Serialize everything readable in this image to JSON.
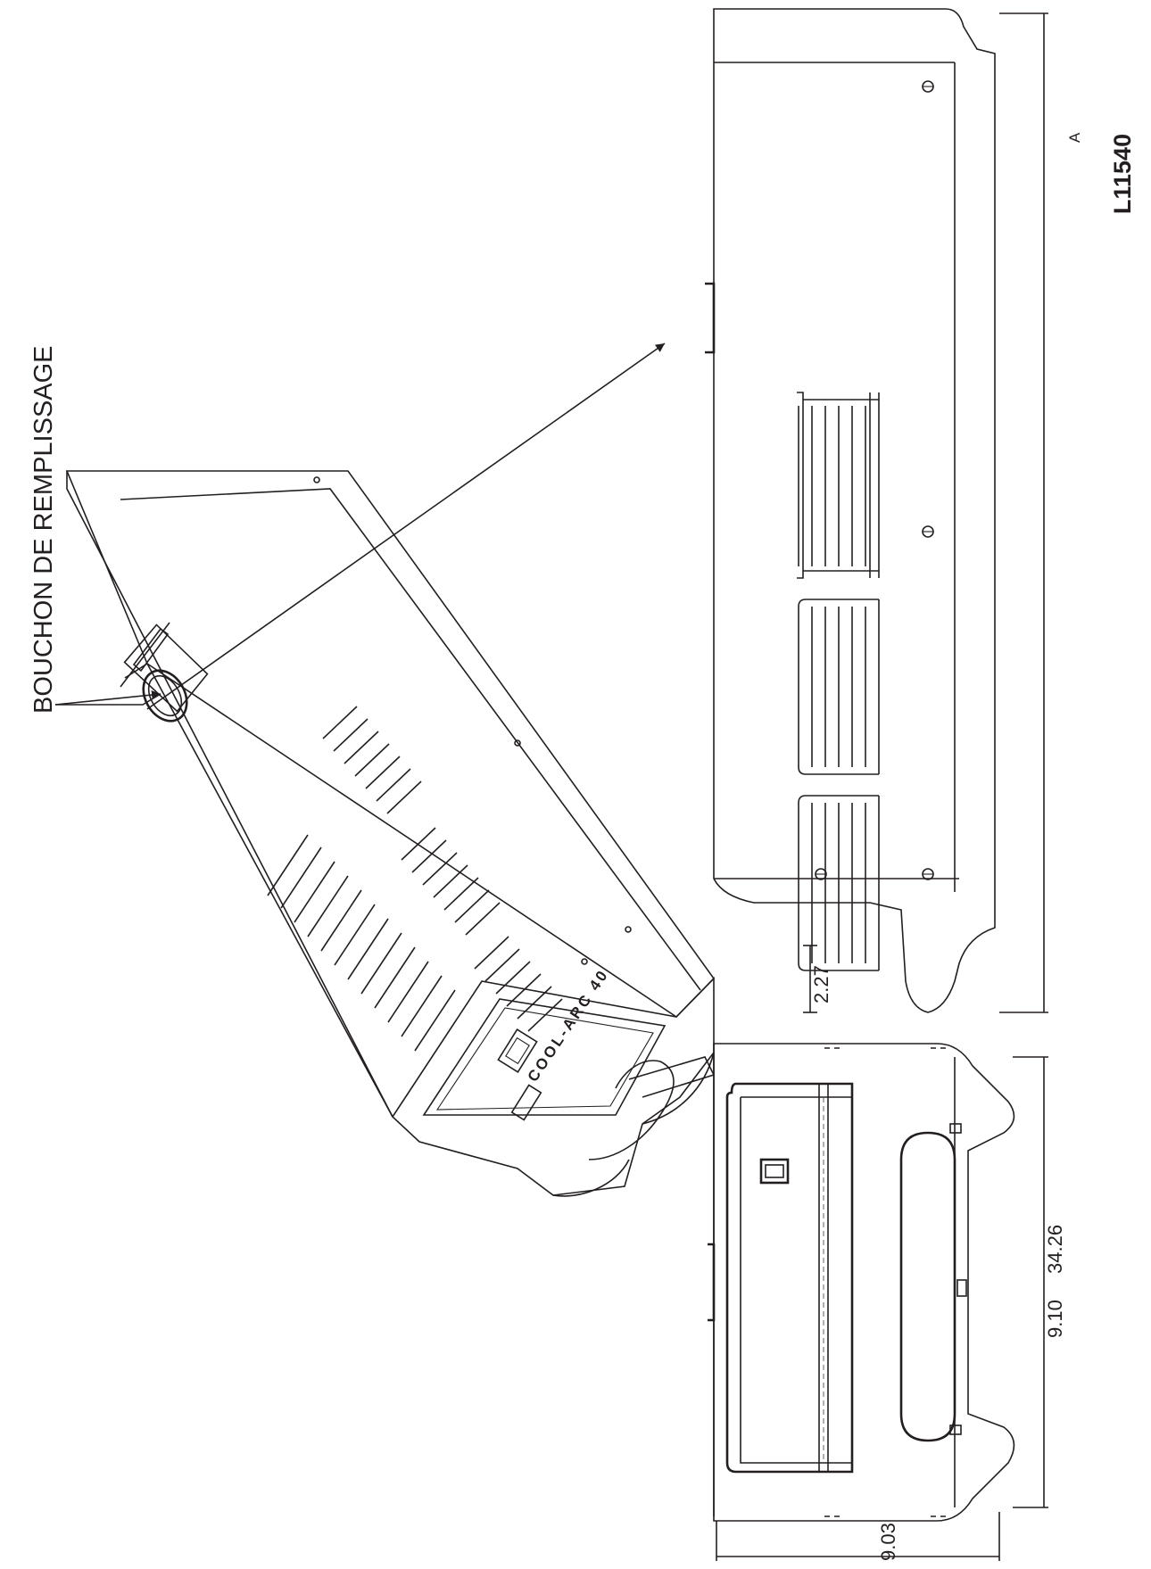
{
  "callout": {
    "label": "BOUCHON DE REMPLISSAGE"
  },
  "product": {
    "front_label": "COOL-ARC 40"
  },
  "dimensions": {
    "handle_offset": "2.27",
    "length": "34.26",
    "width": "9.10",
    "height": "9.03"
  },
  "figure": {
    "revision": "A",
    "number": "L11540"
  }
}
